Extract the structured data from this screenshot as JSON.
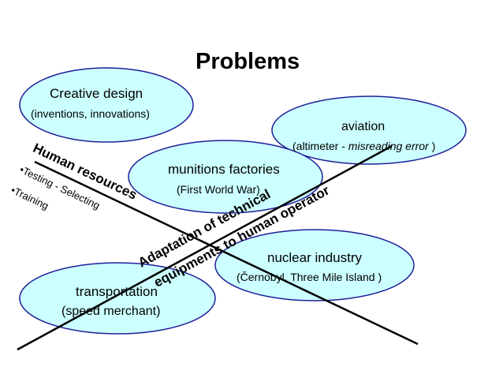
{
  "title": "Problems",
  "colors": {
    "ellipse_fill": "#ccffff",
    "ellipse_stroke": "#1f1f9a",
    "line": "#000000"
  },
  "ellipses": [
    {
      "id": "creative-design",
      "label": "Creative design",
      "sublabel": "(inventions, innovations)"
    },
    {
      "id": "aviation",
      "label": "aviation",
      "sublabel_prefix": "(altimeter  - ",
      "sublabel_italic": "misreading error",
      "sublabel_suffix": " )"
    },
    {
      "id": "munitions",
      "label": "munitions factories",
      "sublabel": "(First World War)"
    },
    {
      "id": "nuclear",
      "label": "nuclear industry",
      "sublabel": "(Černobyl, Three Mile Island )"
    },
    {
      "id": "transportation",
      "label": "transportation",
      "sublabel": "(speed merchant)"
    }
  ],
  "human_resources": {
    "heading": "Human resources",
    "item_testing": "•Testing -  Selecting",
    "item_training": "•Training"
  },
  "adaptation": {
    "line1": "Adaptation of technical",
    "line2": "equipments to human operator"
  }
}
